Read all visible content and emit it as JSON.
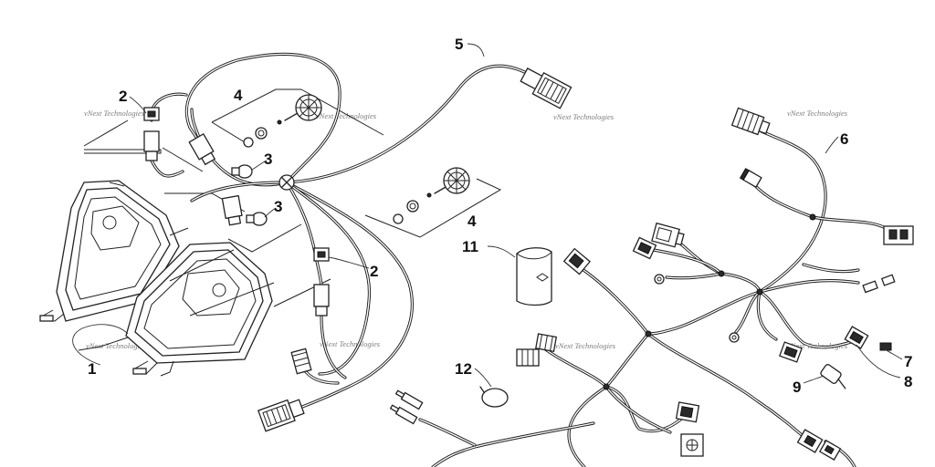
{
  "watermark_text": "vNext Technologies",
  "callouts": {
    "c1": "1",
    "c2a": "2",
    "c2b": "2",
    "c3a": "3",
    "c3b": "3",
    "c4a": "4",
    "c4b": "4",
    "c5": "5",
    "c6": "6",
    "c7": "7",
    "c8": "8",
    "c9": "9",
    "c11": "11",
    "c12": "12"
  }
}
